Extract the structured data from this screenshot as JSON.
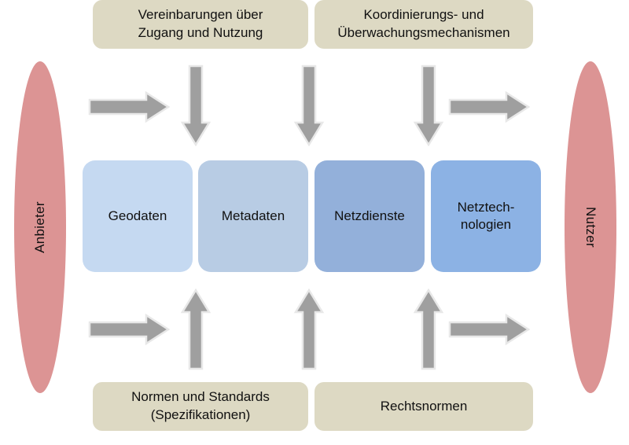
{
  "diagram": {
    "title_text": "",
    "colors": {
      "actor_fill": "#dc9494",
      "governance_fill": "#ddd9c3",
      "arrow_fill": "#9f9f9f",
      "arrow_edge": "#e2e2e2",
      "component_fills": [
        "#c5d9f1",
        "#b8cce4",
        "#93b0da",
        "#8cb2e4"
      ],
      "background": "#ffffff",
      "text": "#111111"
    },
    "actors": [
      {
        "id": "anbieter",
        "label": "Anbieter",
        "side": "left",
        "orientation": "bottom-to-top"
      },
      {
        "id": "nutzer",
        "label": "Nutzer",
        "side": "right",
        "orientation": "top-to-bottom"
      }
    ],
    "governance_top": [
      {
        "id": "vereinbarungen",
        "line1": "Vereinbarungen über",
        "line2": "Zugang und Nutzung"
      },
      {
        "id": "koordinierung",
        "line1": "Koordinierungs- und",
        "line2": "Überwachungsmechanismen"
      }
    ],
    "governance_bottom": [
      {
        "id": "normen",
        "line1": "Normen und Standards",
        "line2": "(Spezifikationen)"
      },
      {
        "id": "rechtsnormen",
        "line1": "Rechtsnormen",
        "line2": ""
      }
    ],
    "components": [
      {
        "id": "geodaten",
        "line1": "Geodaten",
        "line2": ""
      },
      {
        "id": "metadaten",
        "line1": "Metadaten",
        "line2": ""
      },
      {
        "id": "netzdienste",
        "line1": "Netzdienste",
        "line2": ""
      },
      {
        "id": "netztechnologien",
        "line1": "Netztech-",
        "line2": "nologien"
      }
    ],
    "arrows": {
      "top_right_in": {
        "direction": "right",
        "name": "arrow-anbieter-to-stack"
      },
      "top_right_out": {
        "direction": "right",
        "name": "arrow-stack-to-nutzer"
      },
      "top_down": {
        "direction": "down",
        "count": 3
      },
      "bottom_right_in": {
        "direction": "right",
        "name": "arrow-anbieter-to-stack-bottom"
      },
      "bottom_right_out": {
        "direction": "right",
        "name": "arrow-stack-to-nutzer-bottom"
      },
      "bottom_up": {
        "direction": "up",
        "count": 3
      }
    }
  }
}
